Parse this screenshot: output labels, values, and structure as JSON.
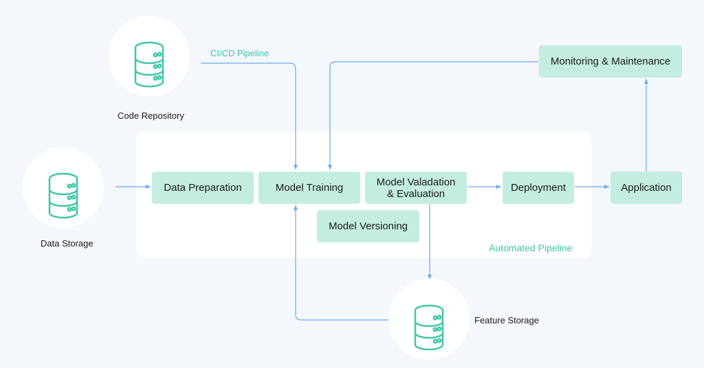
{
  "diagram": {
    "nodes": {
      "data_preparation": "Data Preparation",
      "model_training": "Model Training",
      "model_validation": [
        "Model Valadation",
        "& Evaluation"
      ],
      "deployment": "Deployment",
      "application": "Application",
      "model_versioning": "Model Versioning",
      "monitoring": "Monitoring & Maintenance"
    },
    "storage": {
      "code_repository": "Code Repository",
      "data_storage": "Data Storage",
      "feature_storage": "Feature Storage"
    },
    "labels": {
      "cicd": "CI/CD Pipeline",
      "automated": "Automated Pipeline"
    },
    "colors": {
      "box": "#c4ede2",
      "arrow": "#6aaae8",
      "icon": "#3fc6a8",
      "background": "#f4f7fb"
    }
  }
}
